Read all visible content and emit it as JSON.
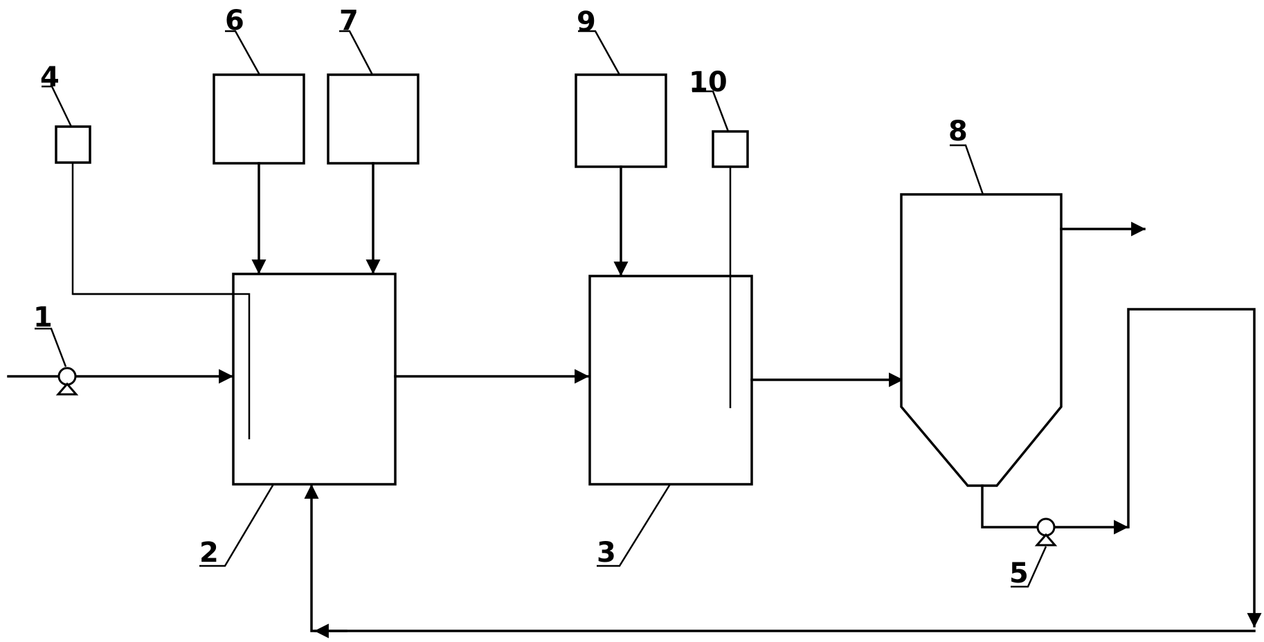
{
  "labels": {
    "pump_inlet": "1",
    "tank_a": "2",
    "tank_b": "3",
    "dosing_small_a": "4",
    "pump_return": "5",
    "hopper_6": "6",
    "hopper_7": "7",
    "settler": "8",
    "hopper_9": "9",
    "dosing_small_b": "10"
  },
  "colors": {
    "stroke": "#000000",
    "background": "#ffffff"
  }
}
